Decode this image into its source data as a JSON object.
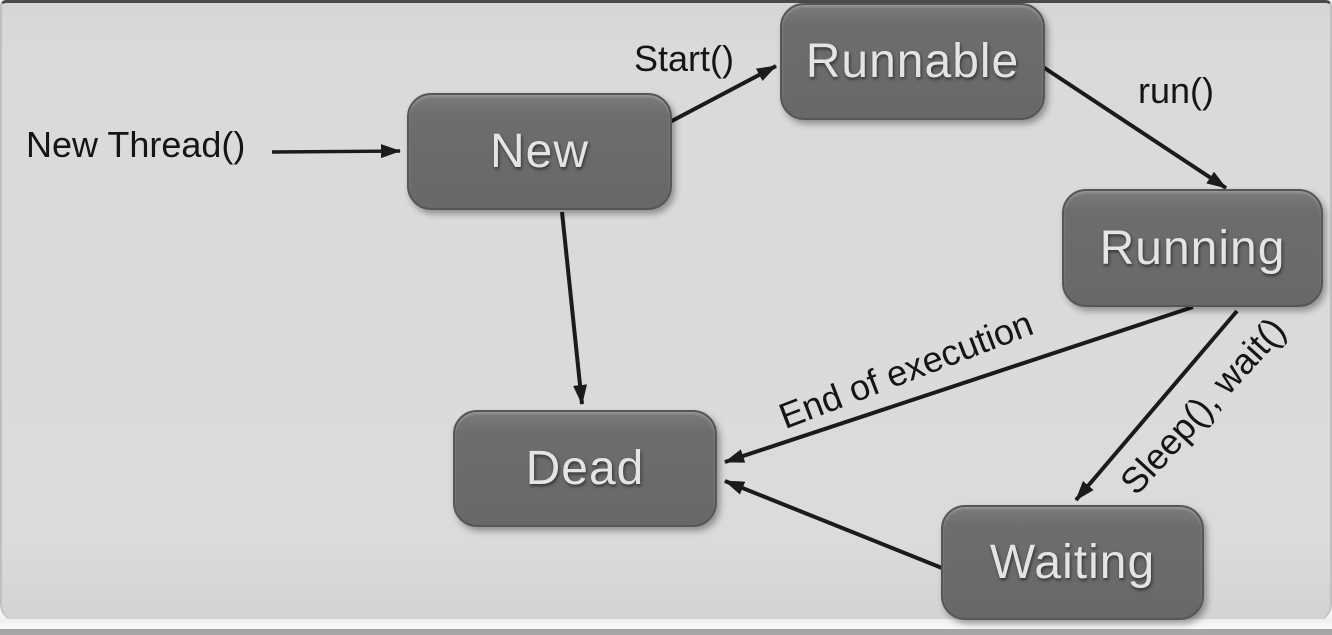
{
  "diagram": {
    "type": "state-transition-diagram",
    "nodes": [
      {
        "id": "new",
        "label": "New"
      },
      {
        "id": "runnable",
        "label": "Runnable"
      },
      {
        "id": "running",
        "label": "Running"
      },
      {
        "id": "dead",
        "label": "Dead"
      },
      {
        "id": "waiting",
        "label": "Waiting"
      }
    ],
    "edges": [
      {
        "from": "entry",
        "to": "new",
        "label": "New Thread()"
      },
      {
        "from": "new",
        "to": "runnable",
        "label": "Start()"
      },
      {
        "from": "runnable",
        "to": "running",
        "label": "run()"
      },
      {
        "from": "new",
        "to": "dead",
        "label": ""
      },
      {
        "from": "running",
        "to": "dead",
        "label": "End of execution"
      },
      {
        "from": "running",
        "to": "waiting",
        "label": "Sleep(), wait()"
      },
      {
        "from": "waiting",
        "to": "dead",
        "label": ""
      }
    ],
    "colors": {
      "background": "#dbdbdb",
      "node_fill": "#6b6b6b",
      "node_border": "#565656",
      "node_text": "#e4e4e4",
      "arrow": "#1b1b1b",
      "label_text": "#151515",
      "bottom_bar": "#a5a5a5"
    }
  }
}
